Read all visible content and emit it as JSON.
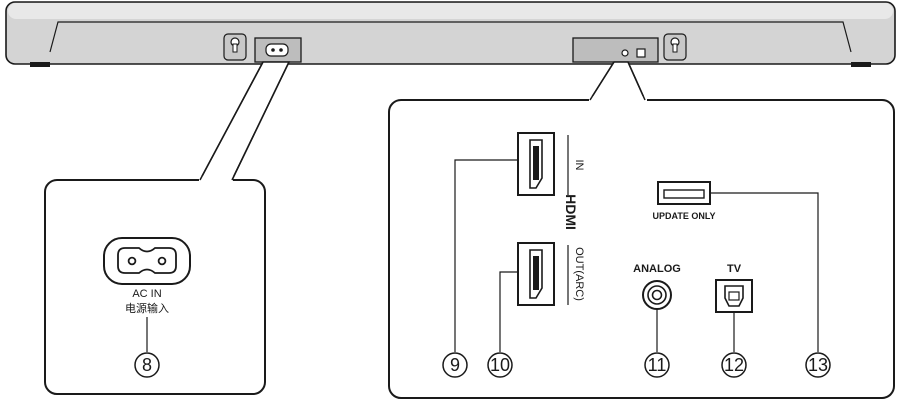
{
  "colors": {
    "bar_body": "#d9d9d9",
    "bar_shade": "#bcbcbc",
    "line": "#1a1a1a",
    "panel_bg": "#ffffff"
  },
  "left_callout": {
    "ac_label": "AC IN",
    "ac_label_cn": "电源输入",
    "number": "8"
  },
  "right_callout": {
    "hdmi_in_label": "IN",
    "hdmi_out_label": "OUT(ARC)",
    "hdmi_logo": "HDMI",
    "usb_label": "UPDATE ONLY",
    "analog_label": "ANALOG",
    "tv_label": "TV",
    "numbers": [
      "9",
      "10",
      "11",
      "12",
      "13"
    ]
  },
  "icons": [
    "power-inlet-icon",
    "hdmi-port-icon",
    "usb-port-icon",
    "analog-jack-icon",
    "optical-port-icon",
    "wall-mount-hole-icon"
  ]
}
